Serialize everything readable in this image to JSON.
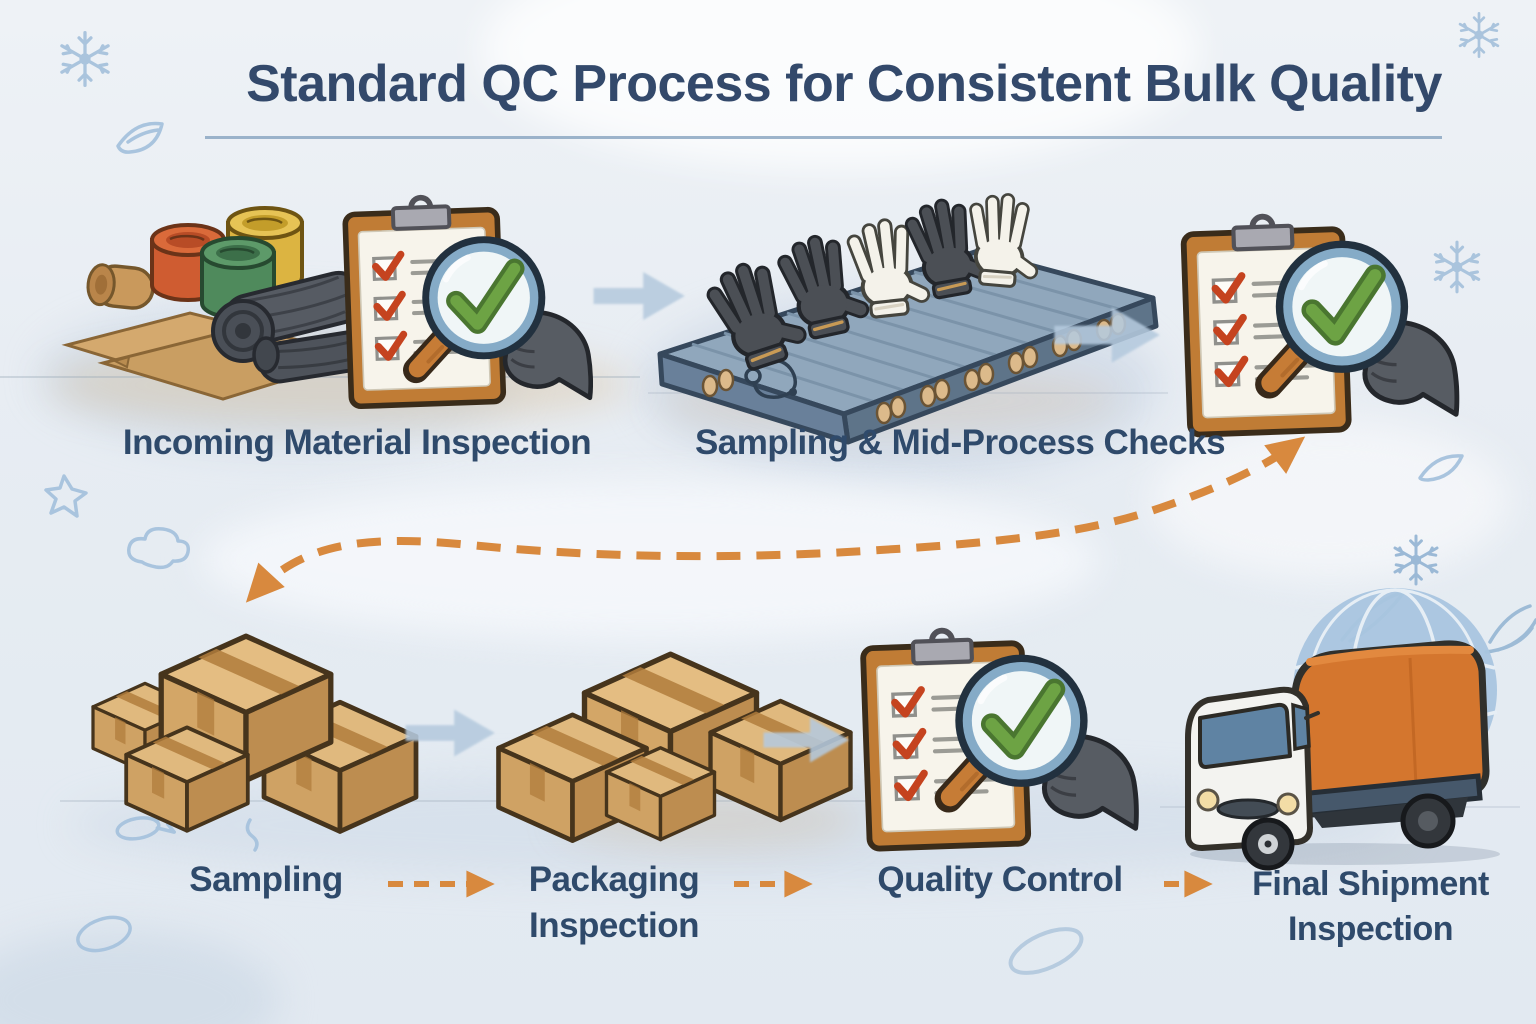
{
  "title": {
    "text": "Standard QC Process for Consistent Bulk Quality"
  },
  "stages_top": [
    {
      "label": "Incoming Material Inspection",
      "illustration": "raw-material-rolls-clipboard-check"
    },
    {
      "label": "Sampling & Mid-Process Checks",
      "illustration": "gloves-on-conveyor-belt"
    },
    {
      "label": "",
      "illustration": "clipboard-checklist-magnifier-check"
    }
  ],
  "stages_bottom": [
    {
      "label": "Sampling",
      "illustration": "carton-box-pile"
    },
    {
      "label": "Packaging Inspection",
      "illustration": "carton-box-group"
    },
    {
      "label": "Quality Control",
      "illustration": "clipboard-checklist-magnifier-check"
    },
    {
      "label": "Final Shipment Inspection",
      "illustration": "delivery-truck-with-globe"
    }
  ],
  "colors": {
    "heading_navy": "#33496b",
    "accent_orange": "#d8893e",
    "flow_arrow_blue": "#b5cade",
    "check_green": "#6da344",
    "check_red": "#c5431f",
    "clipboard_brown": "#c07c35",
    "background": "#e8edf3"
  },
  "decorations": [
    "snowflake",
    "leaf",
    "cloud",
    "star",
    "fish",
    "bird-swoosh",
    "oval-ring",
    "circle",
    "globe"
  ]
}
